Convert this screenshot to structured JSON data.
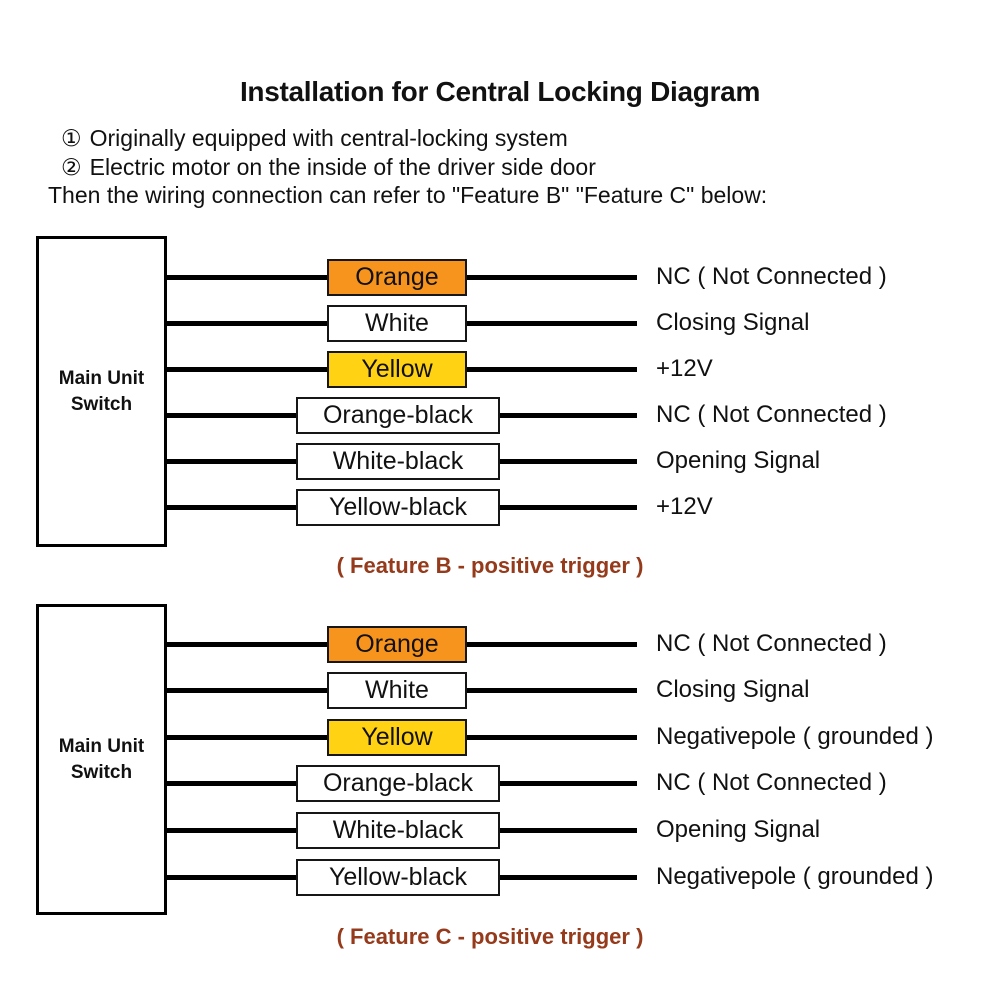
{
  "page": {
    "title": "Installation for Central Locking Diagram",
    "instructions": [
      {
        "bullet": "①",
        "text": "Originally equipped with central-locking system"
      },
      {
        "bullet": "②",
        "text": "Electric motor on the inside of the driver side door"
      }
    ],
    "note": "Then the wiring connection can refer to \"Feature B\" \"Feature C\" below:"
  },
  "colors": {
    "orange": "#f7941e",
    "yellow": "#ffd213",
    "white": "#ffffff",
    "wire": "#000000",
    "caption": "#953a1b"
  },
  "diagrams": [
    {
      "name": "Feature B",
      "source": {
        "label": "Main Unit Switch",
        "lines": [
          "Main Unit",
          "Switch"
        ]
      },
      "caption": "( Feature B - positive trigger )",
      "rows": [
        {
          "wire": "Orange",
          "fill": "orange",
          "desc": "NC ( Not Connected )"
        },
        {
          "wire": "White",
          "fill": "white",
          "desc": "Closing Signal"
        },
        {
          "wire": "Yellow",
          "fill": "yellow",
          "desc": "+12V"
        },
        {
          "wire": "Orange-black",
          "fill": "white",
          "desc": "NC ( Not Connected )"
        },
        {
          "wire": "White-black",
          "fill": "white",
          "desc": "Opening Signal"
        },
        {
          "wire": "Yellow-black",
          "fill": "white",
          "desc": "+12V"
        }
      ]
    },
    {
      "name": "Feature C",
      "source": {
        "label": "Main Unit Switch",
        "lines": [
          "Main Unit",
          "Switch"
        ]
      },
      "caption": "( Feature C - positive trigger )",
      "rows": [
        {
          "wire": "Orange",
          "fill": "orange",
          "desc": "NC ( Not Connected )"
        },
        {
          "wire": "White",
          "fill": "white",
          "desc": "Closing Signal"
        },
        {
          "wire": "Yellow",
          "fill": "yellow",
          "desc": "Negativepole ( grounded )"
        },
        {
          "wire": "Orange-black",
          "fill": "white",
          "desc": "NC ( Not Connected )"
        },
        {
          "wire": "White-black",
          "fill": "white",
          "desc": "Opening Signal"
        },
        {
          "wire": "Yellow-black",
          "fill": "white",
          "desc": "Negativepole ( grounded )"
        }
      ]
    }
  ]
}
